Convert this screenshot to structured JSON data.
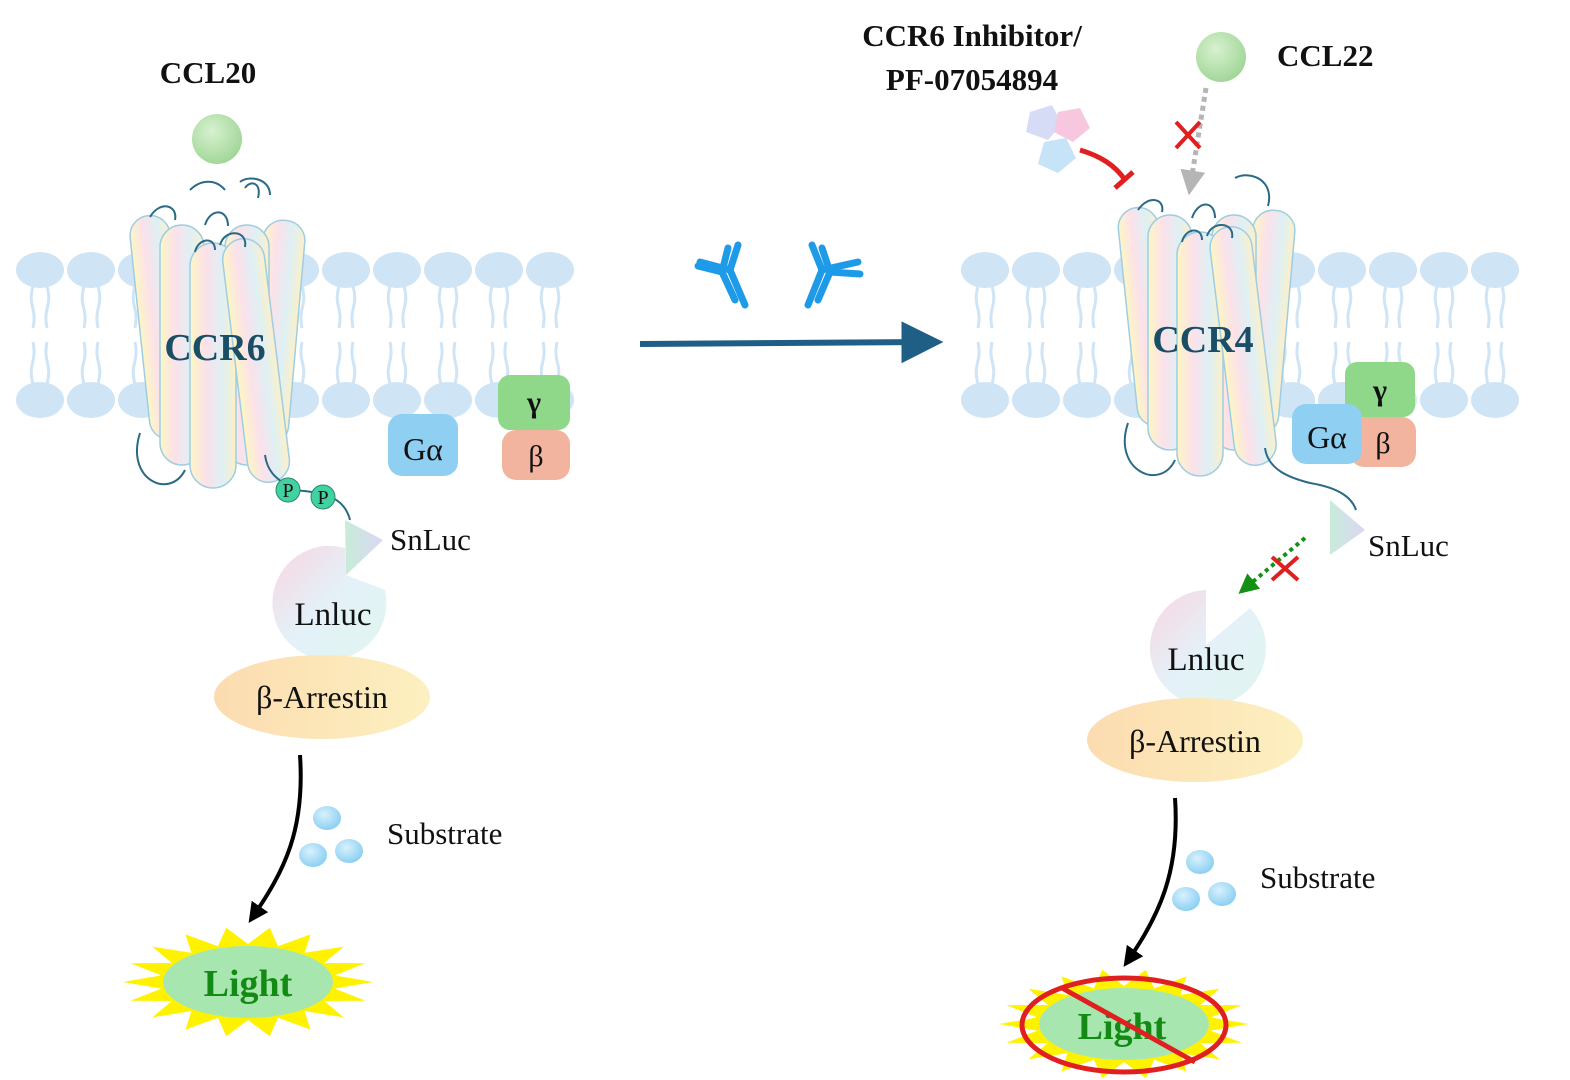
{
  "left_panel": {
    "ligand_label": "CCL20",
    "receptor_label": "CCR6",
    "phospho_labels": [
      "P",
      "P"
    ],
    "galpha_label": "Gα",
    "gamma_label": "γ",
    "beta_label": "β",
    "snluc_label": "SnLuc",
    "lnluc_label": "Lnluc",
    "arrestin_label": "β-Arrestin",
    "substrate_label": "Substrate",
    "light_label": "Light"
  },
  "right_panel": {
    "inhibitor_label_line1": "CCR6 Inhibitor/",
    "inhibitor_label_line2": "PF-07054894",
    "ligand_label": "CCL22",
    "receptor_label": "CCR4",
    "galpha_label": "Gα",
    "gamma_label": "γ",
    "beta_label": "β",
    "snluc_label": "SnLuc",
    "lnluc_label": "Lnluc",
    "arrestin_label": "β-Arrestin",
    "substrate_label": "Substrate",
    "light_label": "Light"
  },
  "colors": {
    "membrane": "#cfe4f5",
    "ligand": "#a8dba0",
    "arrow": "#1f5f86",
    "antibody": "#1e9be8",
    "inhibit_red": "#e02020",
    "galpha": "#8fd0f2",
    "gamma": "#8fd88a",
    "beta": "#f2b49e",
    "arrestin": "#fbe3b4",
    "light_fill": "#a8e6b0",
    "light_star": "#fff200",
    "light_text": "#138a13"
  }
}
